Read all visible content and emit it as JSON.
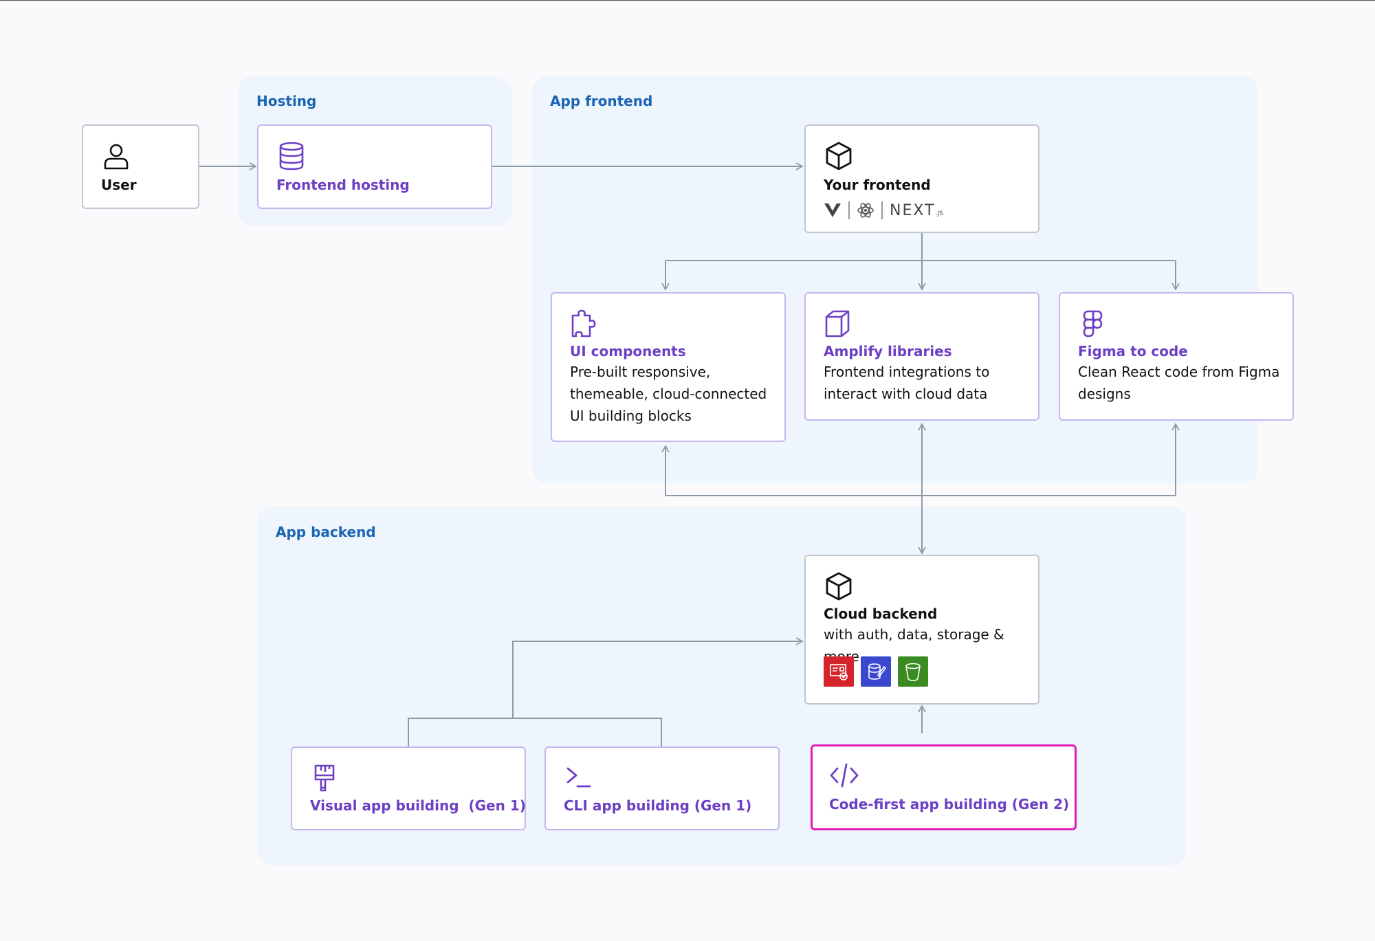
{
  "regions": {
    "hosting": "Hosting",
    "frontend": "App frontend",
    "backend": "App backend"
  },
  "nodes": {
    "user": {
      "title": "User",
      "icon": "user-icon"
    },
    "frontend_hosting": {
      "title": "Frontend hosting",
      "icon": "database-icon"
    },
    "your_frontend": {
      "title": "Your frontend",
      "icon": "cube-icon",
      "frameworks": [
        "Vue",
        "React",
        "NEXT.js"
      ],
      "next_text": "NEXT",
      "next_suffix": ".JS"
    },
    "ui_components": {
      "title": "UI components",
      "desc": "Pre-built responsive,\nthemeable, cloud-connected\nUI building blocks",
      "icon": "puzzle-icon"
    },
    "amplify_libraries": {
      "title": "Amplify libraries",
      "desc": "Frontend integrations to\ninteract with cloud data",
      "icon": "document-stack-icon"
    },
    "figma_to_code": {
      "title": "Figma to code",
      "desc": "Clean React code from Figma\ndesigns",
      "icon": "figma-icon"
    },
    "cloud_backend": {
      "title": "Cloud backend",
      "desc": "with auth, data, storage & more",
      "icon": "cube-icon",
      "services": [
        "auth",
        "data",
        "storage"
      ]
    },
    "visual_app": {
      "title": "Visual app building  (Gen 1)",
      "icon": "paint-brush-icon"
    },
    "cli_app": {
      "title": "CLI app building (Gen 1)",
      "icon": "terminal-icon"
    },
    "code_first": {
      "title": "Code-first app building (Gen 2)",
      "icon": "code-icon"
    }
  },
  "colors": {
    "region_bg": "#eef5fc",
    "region_label": "#1a64b4",
    "purple": "#6c3fc4",
    "highlight": "#e01bb3",
    "connector": "#8c9aa8",
    "auth_tile": "#d6242d",
    "data_tile": "#3a48d0",
    "storage_tile": "#3a8b21"
  }
}
